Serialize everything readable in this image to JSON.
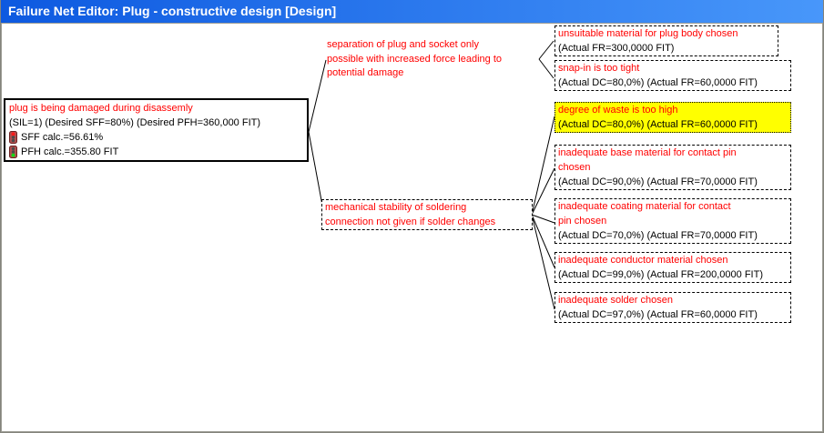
{
  "window": {
    "title": "Failure Net Editor: Plug - constructive design [Design]",
    "titlebar_color_start": "#0d59e0",
    "titlebar_color_end": "#4897fa"
  },
  "colors": {
    "failure_text": "#ff0000",
    "detail_text": "#000000",
    "highlight_background": "#ffff00",
    "red_light": "#ff1a1a",
    "green_light": "#16d616"
  },
  "root_node": {
    "title": "plug is being damaged during disassemly",
    "subtitle": "(SIL=1) (Desired SFF=80%) (Desired PFH=360,000 FIT)",
    "metrics": [
      {
        "icon": "traffic-light-red-icon",
        "label": "SFF calc.=56.61%"
      },
      {
        "icon": "traffic-light-green-icon",
        "label": "PFH calc.=355.80 FIT"
      }
    ]
  },
  "mid_nodes": [
    {
      "text": "separation of plug and socket only\npossible with increased force leading to\npotential damage"
    },
    {
      "text": "mechanical stability of soldering\nconnection not given if solder changes"
    }
  ],
  "leaf_nodes": [
    {
      "title": "unsuitable material for plug body chosen",
      "detail": "(Actual FR=300,0000 FIT)",
      "highlighted": false
    },
    {
      "title": "snap-in is too tight",
      "detail": "(Actual DC=80,0%) (Actual FR=60,0000 FIT)",
      "highlighted": false
    },
    {
      "title": "degree of waste is too high",
      "detail": "(Actual DC=80,0%) (Actual FR=60,0000 FIT)",
      "highlighted": true
    },
    {
      "title": "inadequate base material for contact pin\nchosen",
      "detail": "(Actual DC=90,0%) (Actual FR=70,0000 FIT)",
      "highlighted": false
    },
    {
      "title": "inadequate coating material for contact\npin chosen",
      "detail": "(Actual DC=70,0%) (Actual FR=70,0000 FIT)",
      "highlighted": false
    },
    {
      "title": "inadequate conductor material chosen",
      "detail": "(Actual DC=99,0%) (Actual FR=200,0000 FIT)",
      "highlighted": false
    },
    {
      "title": "inadequate solder chosen",
      "detail": "(Actual DC=97,0%) (Actual FR=60,0000 FIT)",
      "highlighted": false
    }
  ]
}
